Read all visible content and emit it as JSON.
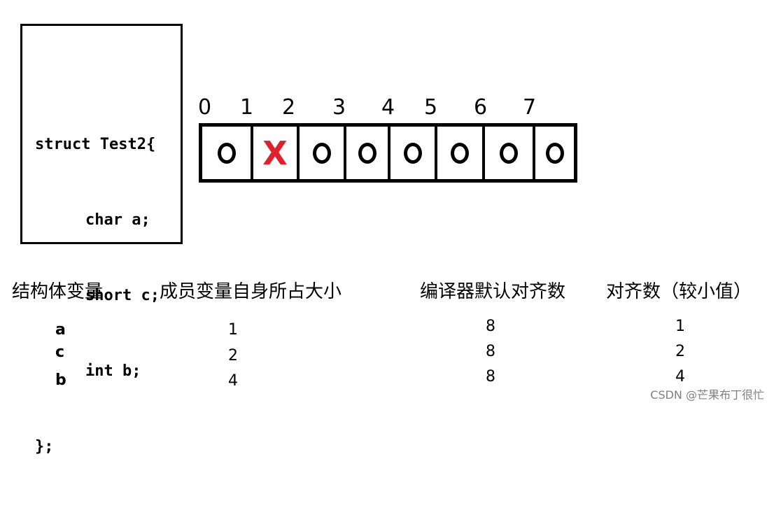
{
  "code": {
    "lines": [
      "struct Test2{",
      "char a;",
      "short c;",
      "int b;",
      "};"
    ]
  },
  "memory": {
    "indices": [
      "0",
      "1",
      "2",
      "3",
      "4",
      "5",
      "6",
      "7"
    ],
    "cells": [
      "used",
      "padding",
      "used",
      "used",
      "used",
      "used",
      "used",
      "used"
    ],
    "padding_mark": "X",
    "padding_color": "#e0202a"
  },
  "table": {
    "headers": [
      "结构体变量",
      "成员变量自身所占大小",
      "编译器默认对齐数",
      "对齐数（较小值）"
    ],
    "rows": [
      {
        "var": "a",
        "size": "1",
        "default": "8",
        "align": "1"
      },
      {
        "var": "c",
        "size": "2",
        "default": "8",
        "align": "2"
      },
      {
        "var": "b",
        "size": "4",
        "default": "8",
        "align": "4"
      }
    ]
  },
  "watermark": "CSDN @芒果布丁很忙"
}
